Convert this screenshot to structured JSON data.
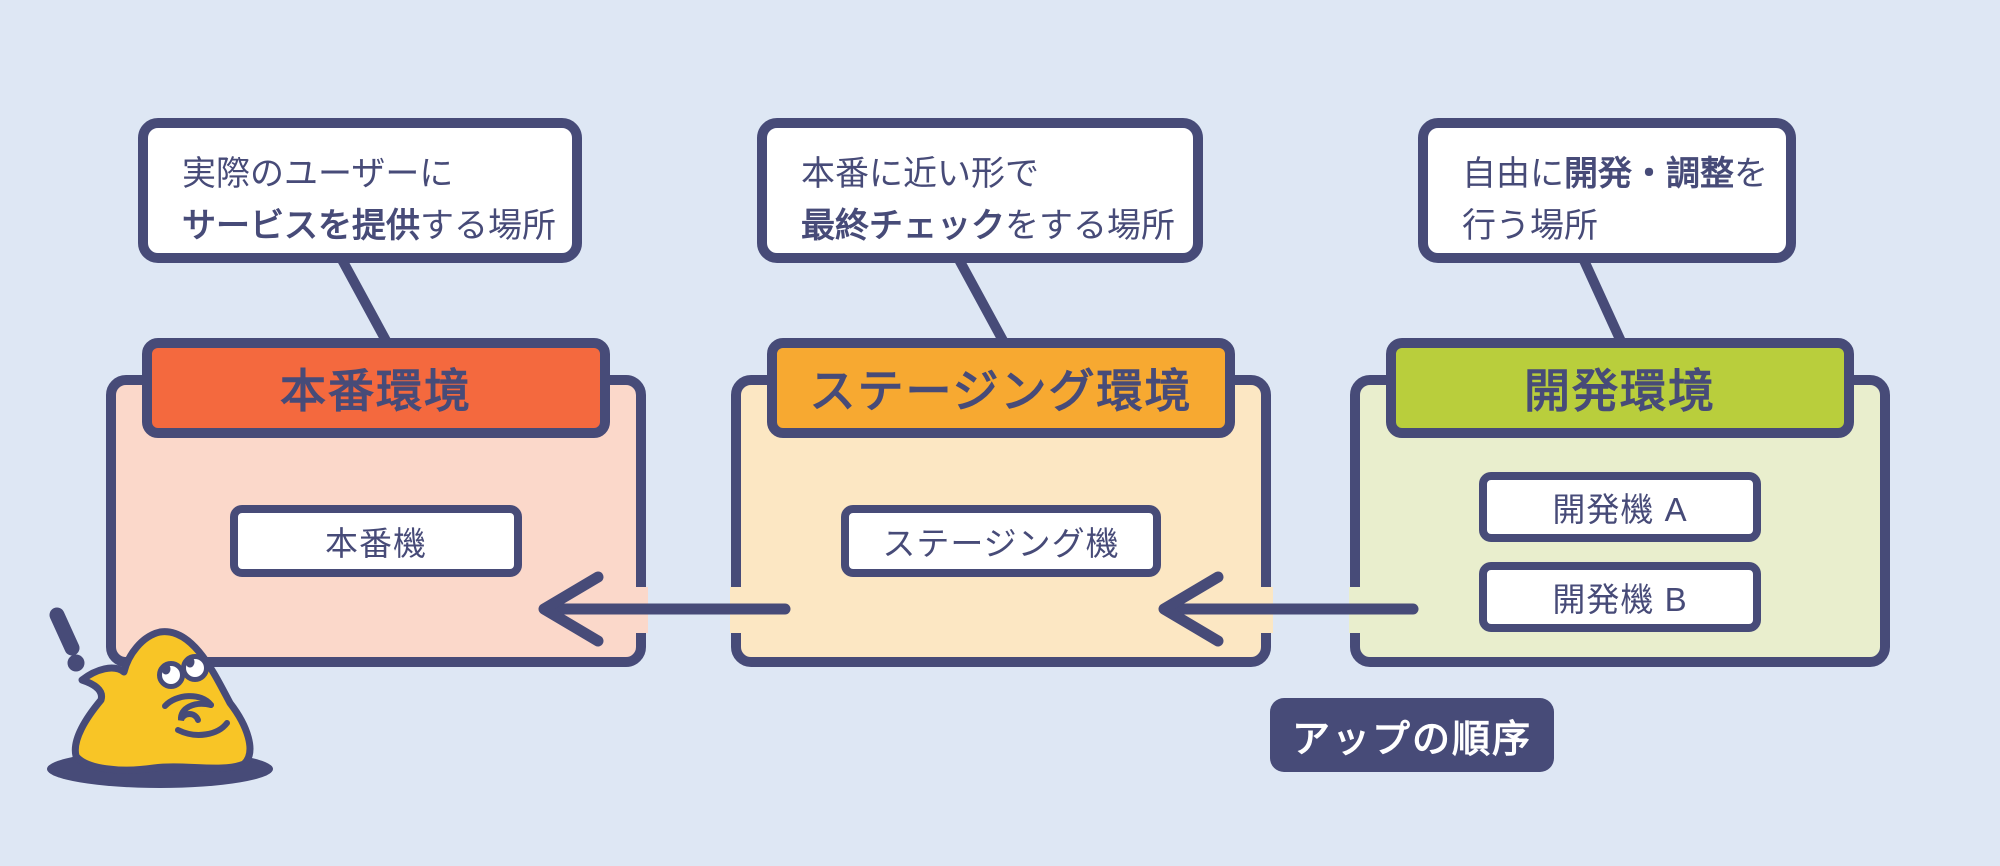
{
  "colors": {
    "background": "#dee7f4",
    "ink": "#474b78",
    "callout_bg": "#ffffff",
    "production_header": "#f4693e",
    "production_body": "#fbd8ca",
    "staging_header": "#f7a931",
    "staging_body": "#fce7c3",
    "development_header": "#b9ce3c",
    "development_body": "#e9eecd",
    "machine_bg": "#ffffff",
    "badge_bg": "#474b78",
    "badge_text": "#ffffff",
    "mascot_yellow": "#f8c526"
  },
  "callouts": [
    {
      "id": "production",
      "line1": {
        "pre": "実際のユーザーに",
        "bold": "",
        "post": ""
      },
      "line2": {
        "pre": "",
        "bold": "サービスを提供",
        "post": "する場所"
      }
    },
    {
      "id": "staging",
      "line1": {
        "pre": "本番に近い形で",
        "bold": "",
        "post": ""
      },
      "line2": {
        "pre": "",
        "bold": "最終チェック",
        "post": "をする場所"
      }
    },
    {
      "id": "development",
      "line1": {
        "pre": "自由に",
        "bold": "開発・調整",
        "post": "を"
      },
      "line2": {
        "pre": "行う場所",
        "bold": "",
        "post": ""
      }
    }
  ],
  "environments": [
    {
      "id": "production",
      "title": "本番環境",
      "header_color": "#f4693e",
      "body_color": "#fbd8ca",
      "machines": [
        "本番機"
      ]
    },
    {
      "id": "staging",
      "title": "ステージング環境",
      "header_color": "#f7a931",
      "body_color": "#fce7c3",
      "machines": [
        "ステージング機"
      ]
    },
    {
      "id": "development",
      "title": "開発環境",
      "header_color": "#b9ce3c",
      "body_color": "#e9eecd",
      "machines": [
        "開発機 A",
        "開発機 B"
      ]
    }
  ],
  "flow": {
    "label": "アップの順序",
    "arrows": [
      {
        "from": "development",
        "to": "staging"
      },
      {
        "from": "staging",
        "to": "production"
      }
    ]
  },
  "mascot": {
    "name": "yellow-blob-character",
    "expression": "puzzled",
    "accessory": "exclamation-mark"
  }
}
